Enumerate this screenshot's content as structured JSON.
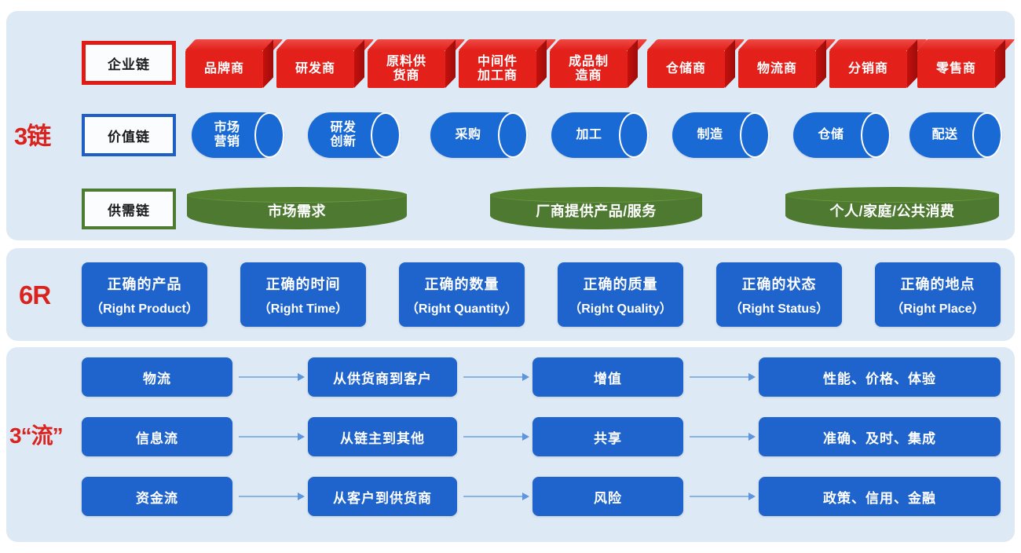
{
  "groups": {
    "chains_label": "3链",
    "sixr_label": "6R",
    "flows_label": "3“流”"
  },
  "chains": {
    "enterprise": {
      "plate": "企业链",
      "nodes": [
        "品牌商",
        "研发商",
        "原料供货商",
        "中间件加工商",
        "成品制造商",
        "仓储商",
        "物流商",
        "分销商",
        "零售商"
      ]
    },
    "value": {
      "plate": "价值链",
      "nodes": [
        "市场营销",
        "研发创新",
        "采购",
        "加工",
        "制造",
        "仓储",
        "配送"
      ]
    },
    "supply": {
      "plate": "供需链",
      "nodes": [
        "市场需求",
        "厂商提供产品/服务",
        "个人/家庭/公共消费"
      ]
    }
  },
  "sixr": {
    "cards": [
      {
        "cn": "正确的产品",
        "en": "（Right Product）"
      },
      {
        "cn": "正确的时间",
        "en": "（Right Time）"
      },
      {
        "cn": "正确的数量",
        "en": "（Right Quantity）"
      },
      {
        "cn": "正确的质量",
        "en": "（Right Quality）"
      },
      {
        "cn": "正确的状态",
        "en": "（Right Status）"
      },
      {
        "cn": "正确的地点",
        "en": "（Right Place）"
      }
    ]
  },
  "flows": {
    "rows": [
      {
        "name": "物流",
        "path": "从供货商到客户",
        "value": "增值",
        "attrs": "性能、价格、体验"
      },
      {
        "name": "信息流",
        "path": "从链主到其他",
        "value": "共享",
        "attrs": "准确、及时、集成"
      },
      {
        "name": "资金流",
        "path": "从客户到供货商",
        "value": "风险",
        "attrs": "政策、信用、金融"
      }
    ]
  },
  "colors": {
    "panel_bg": "#dde9f5",
    "red": "#e4201b",
    "blue": "#1f63cc",
    "green": "#4d7a30",
    "label_red": "#d9231f"
  }
}
